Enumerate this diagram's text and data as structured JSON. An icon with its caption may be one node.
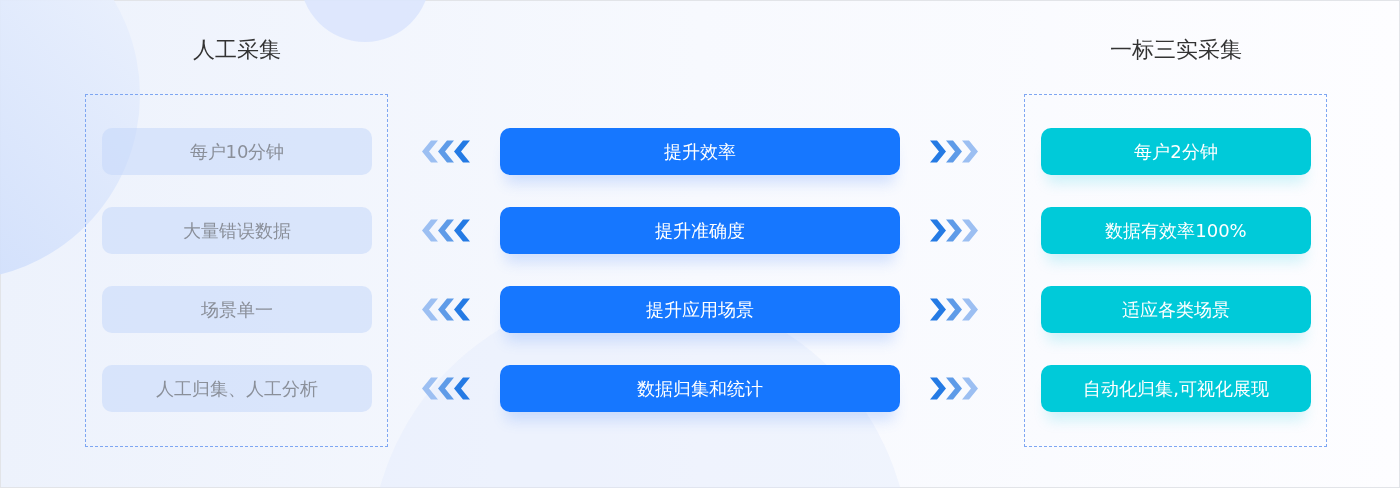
{
  "diagram": {
    "nodes": [
      {
        "text": [
          "人工采集"
        ]
      },
      {
        "text": [
          "每户10分钟"
        ],
        "in": 0
      },
      {
        "text": [
          "大量错误数据"
        ],
        "in": 0
      },
      {
        "text": [
          "场景单一"
        ],
        "in": 0
      },
      {
        "text": [
          "人工归集、人工分析"
        ],
        "in": 0
      },
      {
        "text": [
          "提升效率"
        ]
      },
      {
        "text": [
          "提升准确度"
        ]
      },
      {
        "text": [
          "提升应用场景"
        ]
      },
      {
        "text": [
          "数据归集和统计"
        ]
      },
      {
        "text": [
          "一标三实采集"
        ]
      },
      {
        "text": [
          "每户2分钟"
        ],
        "in": 9
      },
      {
        "text": [
          "数据有效率100%"
        ],
        "in": 9
      },
      {
        "text": [
          "适应各类场景"
        ],
        "in": 9
      },
      {
        "text": [
          "自动化归集,可视化展现"
        ],
        "in": 9
      }
    ],
    "edges": [
      {
        "from": 5,
        "to": 1,
        "arrow": "to"
      },
      {
        "from": 5,
        "to": 10,
        "arrow": "to"
      },
      {
        "from": 6,
        "to": 2,
        "arrow": "to"
      },
      {
        "from": 6,
        "to": 11,
        "arrow": "to"
      },
      {
        "from": 7,
        "to": 3,
        "arrow": "to"
      },
      {
        "from": 7,
        "to": 12,
        "arrow": "to"
      },
      {
        "from": 8,
        "to": 4,
        "arrow": "to"
      },
      {
        "from": 8,
        "to": 13,
        "arrow": "to"
      }
    ]
  }
}
